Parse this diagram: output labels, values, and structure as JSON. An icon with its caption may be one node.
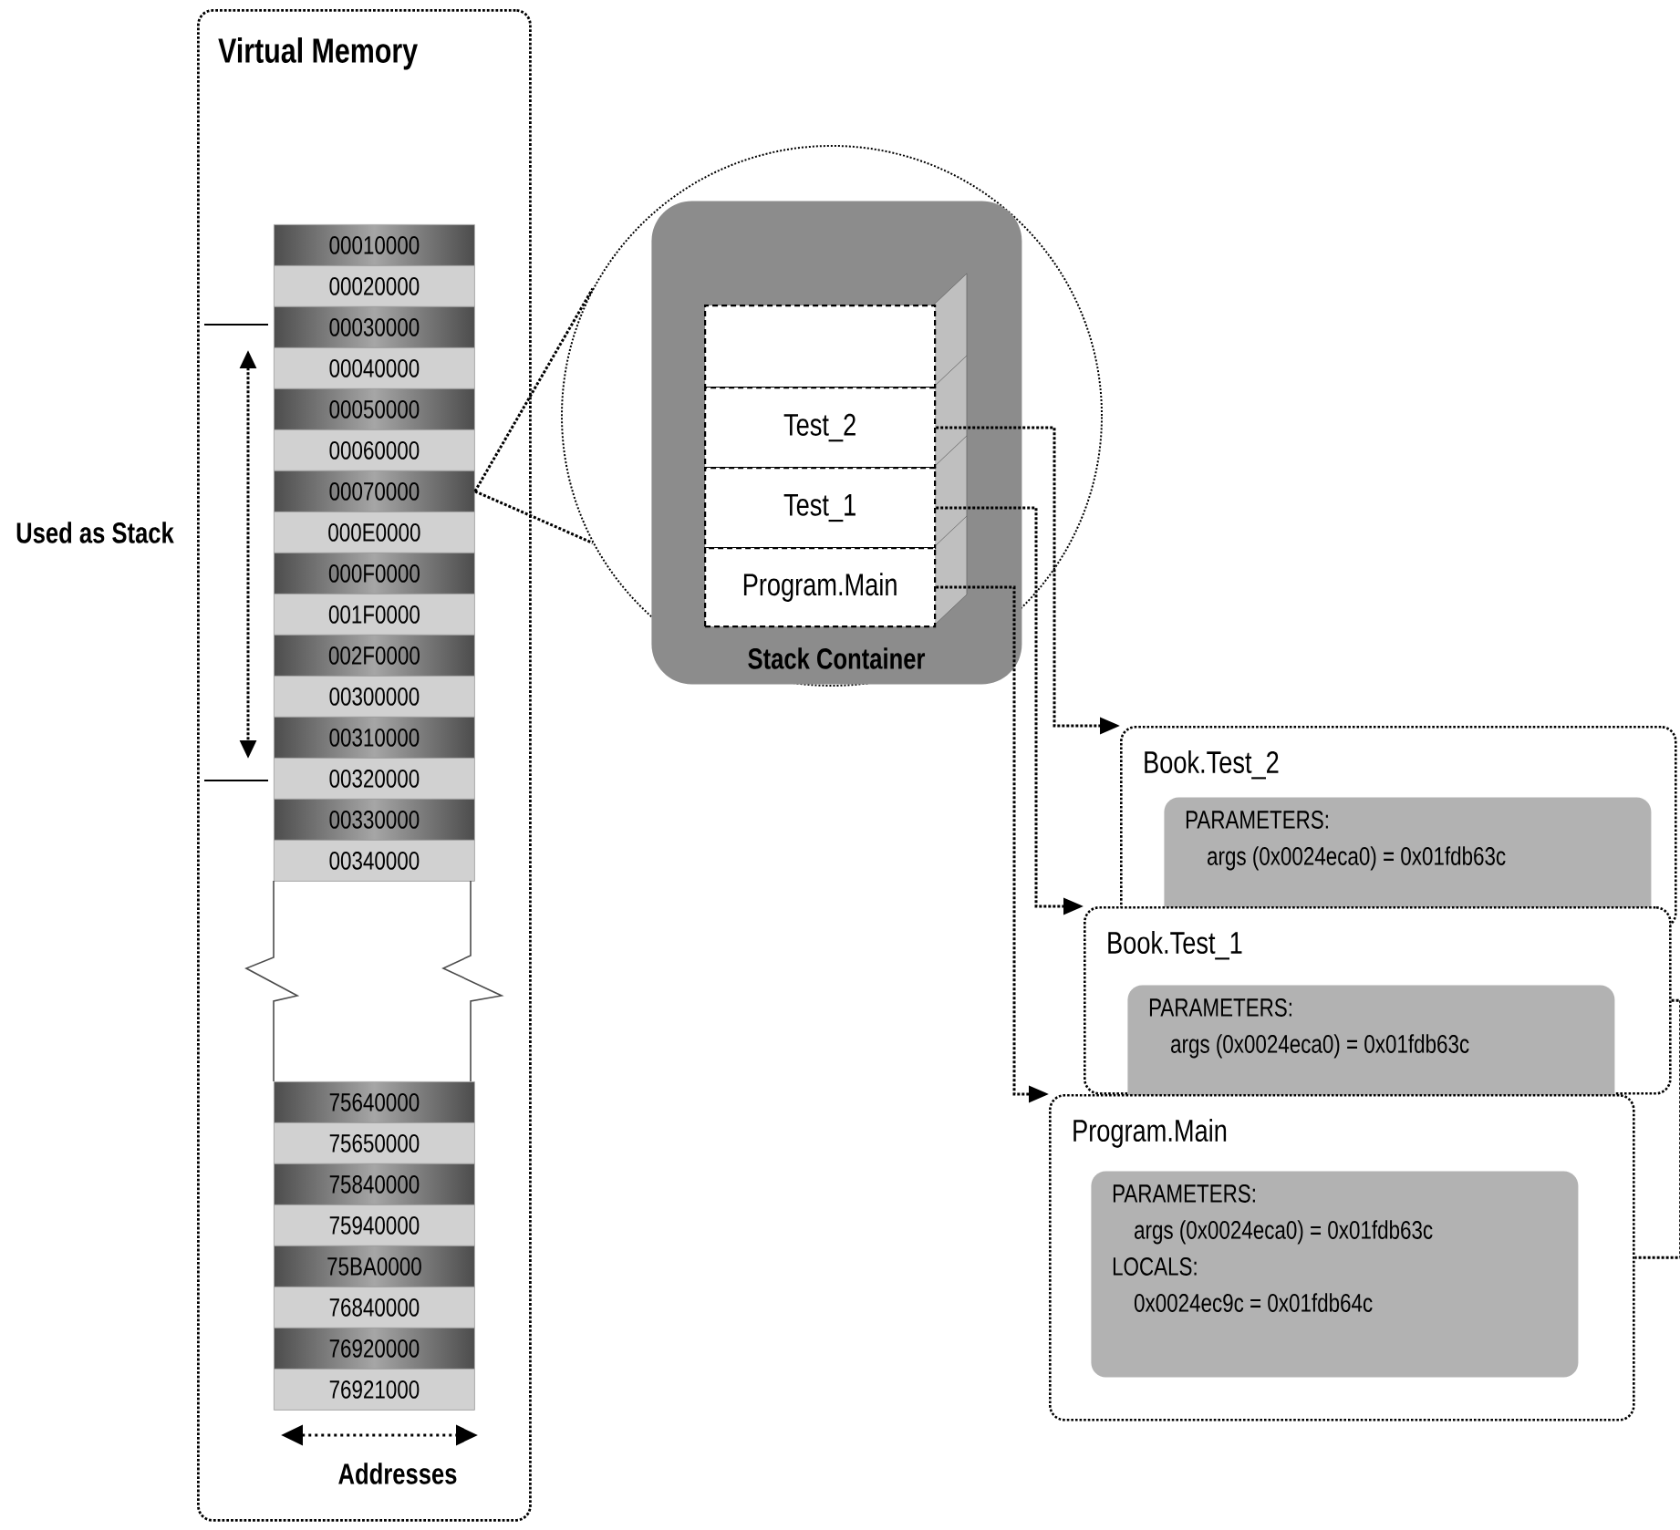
{
  "diagram": {
    "nodes": [
      {
        "text": [
          "Virtual Memory"
        ]
      },
      {
        "text": [
          "00010000"
        ],
        "in": 0
      },
      {
        "text": [
          "00020000"
        ],
        "in": 0
      },
      {
        "text": [
          "00030000"
        ],
        "in": 0
      },
      {
        "text": [
          "00040000"
        ],
        "in": 0
      },
      {
        "text": [
          "00050000"
        ],
        "in": 0
      },
      {
        "text": [
          "00060000"
        ],
        "in": 0
      },
      {
        "text": [
          "00070000"
        ],
        "in": 0
      },
      {
        "text": [
          "000E0000"
        ],
        "in": 0
      },
      {
        "text": [
          "000F0000"
        ],
        "in": 0
      },
      {
        "text": [
          "001F0000"
        ],
        "in": 0
      },
      {
        "text": [
          "002F0000"
        ],
        "in": 0
      },
      {
        "text": [
          "00300000"
        ],
        "in": 0
      },
      {
        "text": [
          "00310000"
        ],
        "in": 0
      },
      {
        "text": [
          "00320000"
        ],
        "in": 0
      },
      {
        "text": [
          "00330000"
        ],
        "in": 0
      },
      {
        "text": [
          "00340000"
        ],
        "in": 0
      },
      {
        "text": [
          "75640000"
        ],
        "in": 0
      },
      {
        "text": [
          "75650000"
        ],
        "in": 0
      },
      {
        "text": [
          "75840000"
        ],
        "in": 0
      },
      {
        "text": [
          "75940000"
        ],
        "in": 0
      },
      {
        "text": [
          "75BA0000"
        ],
        "in": 0
      },
      {
        "text": [
          "76840000"
        ],
        "in": 0
      },
      {
        "text": [
          "76920000"
        ],
        "in": 0
      },
      {
        "text": [
          "76921000"
        ],
        "in": 0
      },
      {
        "text": [],
        "shape": "circle"
      },
      {
        "text": [
          "Stack Container"
        ],
        "in": 25
      },
      {
        "text": [],
        "shape": "box",
        "in": 26
      },
      {
        "text": [
          "Test_2"
        ],
        "in": 26
      },
      {
        "text": [
          "Test_1"
        ],
        "in": 26
      },
      {
        "text": [
          "Program.Main"
        ],
        "in": 26
      },
      {
        "text": [
          "Book.Test_2"
        ]
      },
      {
        "text": [
          "PARAMETERS:",
          "args (0x0024eca0) = 0x01fdb63c"
        ],
        "in": 31
      },
      {
        "text": [
          "Book.Test_1"
        ]
      },
      {
        "text": [
          "PARAMETERS:",
          "args (0x0024eca0) = 0x01fdb63c"
        ],
        "in": 33
      },
      {
        "text": [
          "Program.Main"
        ]
      },
      {
        "text": [
          "PARAMETERS:",
          "args (0x0024eca0) = 0x01fdb63c",
          "LOCALS:",
          "0x0024ec9c = 0x01fdb64c"
        ],
        "in": 35
      }
    ],
    "edges": [
      {
        "from": 7,
        "to": 25,
        "arrow": "none"
      },
      {
        "from": 7,
        "to": 25,
        "arrow": "none"
      },
      {
        "from": 28,
        "to": 31,
        "arrow": "to"
      },
      {
        "from": 29,
        "to": 33,
        "arrow": "to"
      },
      {
        "from": 30,
        "to": 35,
        "arrow": "to"
      },
      {
        "from": 33,
        "to": 35,
        "arrow": "none"
      }
    ],
    "labels": [
      "Used as Stack",
      "Addresses"
    ]
  }
}
